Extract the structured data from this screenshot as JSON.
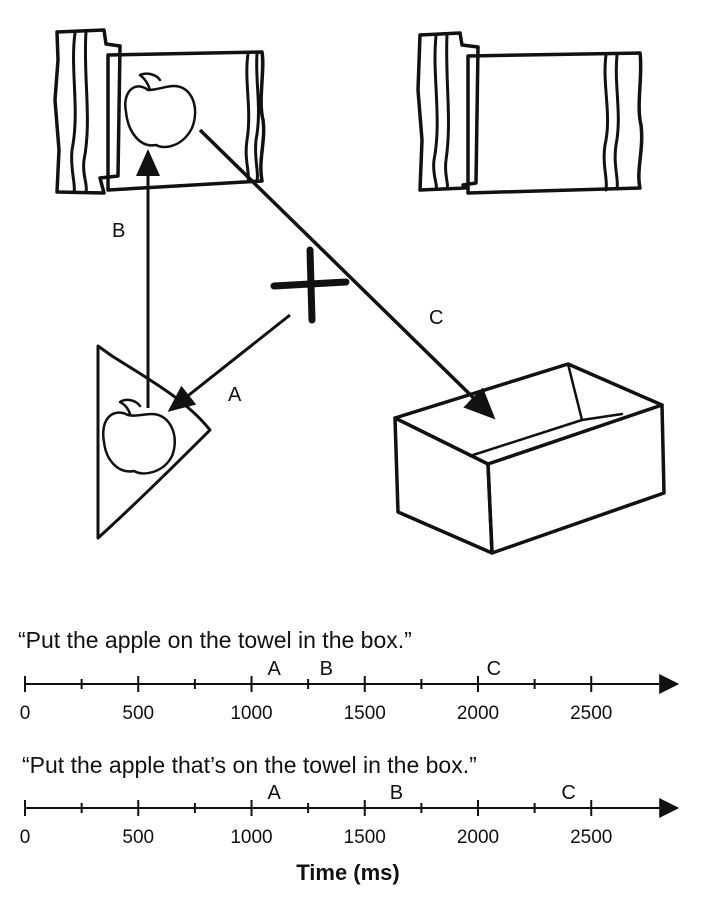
{
  "scene": {
    "arrow_labels": {
      "a": "A",
      "b": "B",
      "c": "C"
    }
  },
  "timelines": [
    {
      "sentence": "“Put the apple on the towel in the box.”",
      "axis_max": 2800,
      "ticks": [
        0,
        500,
        1000,
        1500,
        2000,
        2500
      ],
      "minor_step": 250,
      "events": [
        {
          "label": "A",
          "time": 1100
        },
        {
          "label": "B",
          "time": 1330
        },
        {
          "label": "C",
          "time": 2070
        }
      ]
    },
    {
      "sentence": "“Put the apple that’s on the towel in the box.”",
      "axis_max": 2800,
      "ticks": [
        0,
        500,
        1000,
        1500,
        2000,
        2500
      ],
      "minor_step": 250,
      "events": [
        {
          "label": "A",
          "time": 1100
        },
        {
          "label": "B",
          "time": 1640
        },
        {
          "label": "C",
          "time": 2400
        }
      ]
    }
  ],
  "axis_title": "Time (ms)"
}
